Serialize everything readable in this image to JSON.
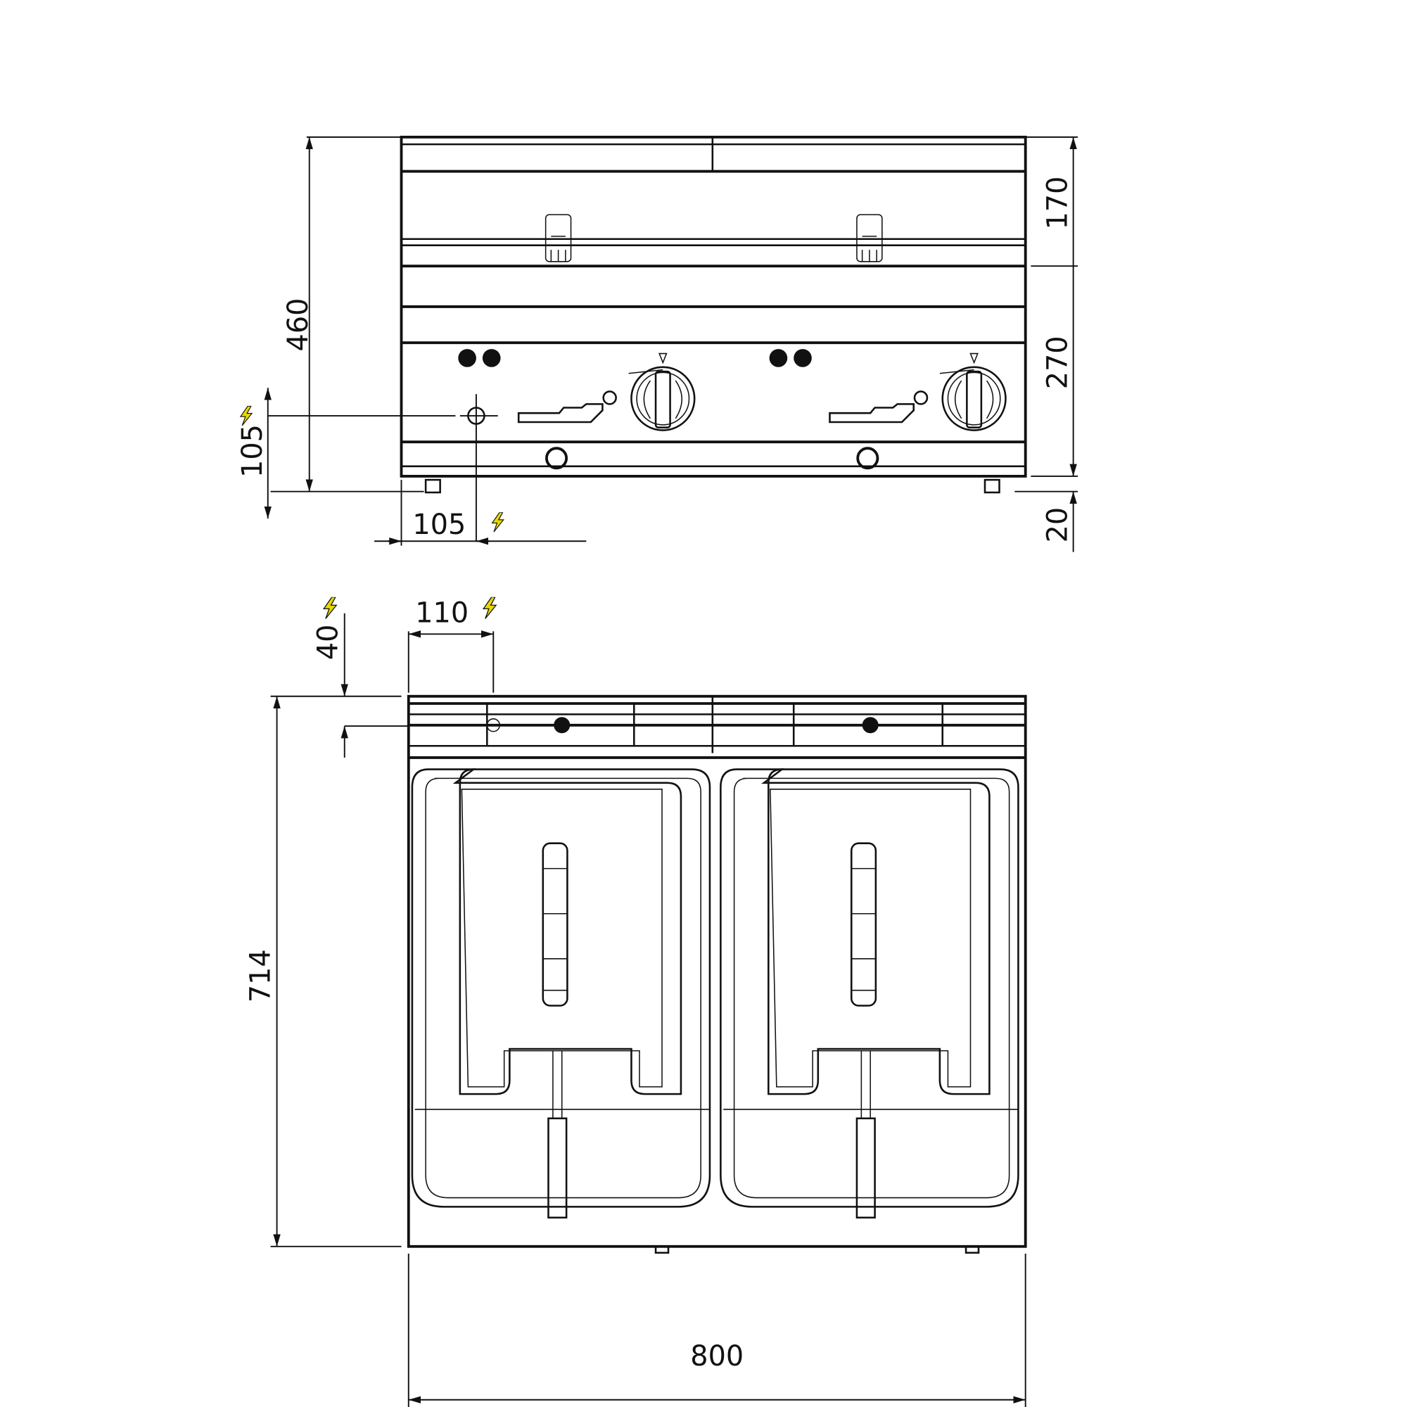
{
  "drawing": {
    "front_view": {
      "dimensions": {
        "total_height": "460",
        "top_section": "170",
        "middle_section": "270",
        "feet_height": "20",
        "power_inlet_height": "105",
        "power_inlet_offset": "105"
      }
    },
    "top_view": {
      "dimensions": {
        "depth": "714",
        "width": "800",
        "power_inlet_offset": "110",
        "power_inlet_depth": "40"
      }
    },
    "icons": {
      "power_marker": "lightning-bolt-icon"
    },
    "colors": {
      "line": "#111111",
      "power_marker": "#e8d800"
    }
  }
}
